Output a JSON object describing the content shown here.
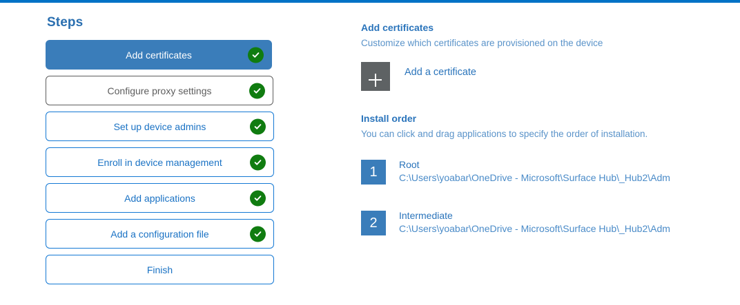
{
  "theme": {
    "accent_bar": "#0072c6",
    "primary_blue": "#3a7dba",
    "link_blue": "#1a72c4",
    "heading_blue": "#2a74bb",
    "subtle_blue": "#5a93c9",
    "success_green": "#107c10",
    "muted_gray": "#5d5d5d",
    "tile_gray": "#5e6264"
  },
  "steps": {
    "title": "Steps",
    "items": [
      {
        "label": "Add certificates",
        "state": "selected",
        "completed": true
      },
      {
        "label": "Configure proxy settings",
        "state": "muted",
        "completed": true
      },
      {
        "label": "Set up device admins",
        "state": "default",
        "completed": true
      },
      {
        "label": "Enroll in device management",
        "state": "default",
        "completed": true
      },
      {
        "label": "Add applications",
        "state": "default",
        "completed": true
      },
      {
        "label": "Add a configuration file",
        "state": "default",
        "completed": true
      },
      {
        "label": "Finish",
        "state": "default",
        "completed": false
      }
    ]
  },
  "detail": {
    "title": "Add certificates",
    "subtitle": "Customize which certificates are provisioned on the device",
    "add_certificate": {
      "label": "Add a certificate",
      "icon": "plus-icon"
    },
    "install_order": {
      "title": "Install order",
      "subtitle": "You can click and drag applications to specify the order of installation.",
      "items": [
        {
          "number": "1",
          "name": "Root",
          "path": "C:\\Users\\yoabar\\OneDrive - Microsoft\\Surface Hub\\_Hub2\\Adm"
        },
        {
          "number": "2",
          "name": "Intermediate",
          "path": "C:\\Users\\yoabar\\OneDrive - Microsoft\\Surface Hub\\_Hub2\\Adm"
        }
      ]
    }
  }
}
